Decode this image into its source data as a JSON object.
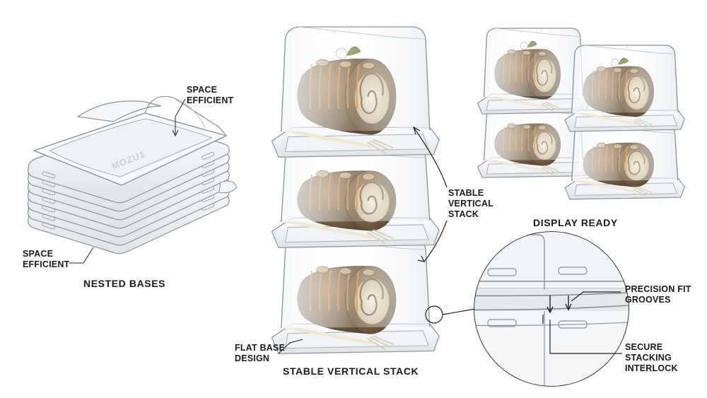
{
  "nested": {
    "label_top": [
      "SPACE",
      "EFFICIENT"
    ],
    "label_left": [
      "SPACE",
      "EFFICIENT"
    ],
    "caption": "NESTED BASES",
    "embossed_text": "MOZU1"
  },
  "stack": {
    "label_right": [
      "STABLE",
      "VERTICAL",
      "STACK"
    ],
    "label_base": [
      "FLAT BASE",
      "DESIGN"
    ],
    "caption": "STABLE VERTICAL STACK"
  },
  "display": {
    "caption": "DISPLAY READY"
  },
  "detail": {
    "label_grooves": [
      "PRECISION FIT",
      "GROOVES"
    ],
    "label_interlock": [
      "SECURE",
      "STACKING",
      "INTERLOCK"
    ]
  },
  "colors": {
    "cake": "#7a6448",
    "cake_dark": "#5a4632",
    "cream": "#e9dcc2",
    "icing": "#d88a3c",
    "plastic_line": "#9aa2a8",
    "tray": "#eef1f3"
  }
}
